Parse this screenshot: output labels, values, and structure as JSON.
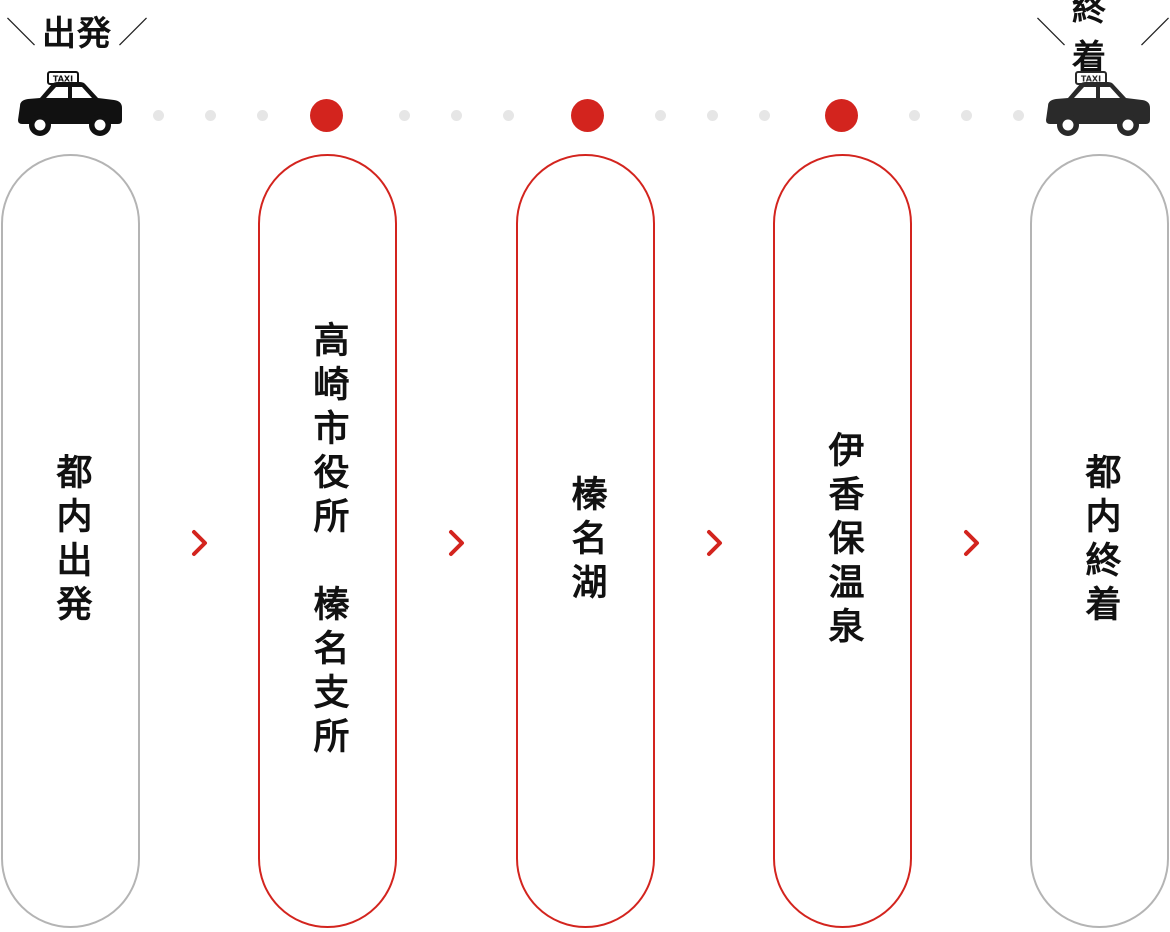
{
  "header": {
    "start": {
      "slash_left": "＼",
      "text": "出発",
      "slash_right": "／"
    },
    "end": {
      "slash_left": "＼",
      "text": "終着",
      "slash_right": "／"
    },
    "taxi_sign": "TAXI"
  },
  "colors": {
    "accent": "#d3241e",
    "inactive_border": "#b4b4b4",
    "small_dot": "#e6e6e6",
    "taxi_start": "#111111",
    "taxi_end": "#2a2a2a"
  },
  "steps": [
    {
      "label": "都内出発",
      "highlight": false
    },
    {
      "label": "高崎市役所　榛名支所",
      "highlight": true
    },
    {
      "label": "榛名湖",
      "highlight": true
    },
    {
      "label": "伊香保温泉",
      "highlight": true
    },
    {
      "label": "都内終着",
      "highlight": false
    }
  ]
}
